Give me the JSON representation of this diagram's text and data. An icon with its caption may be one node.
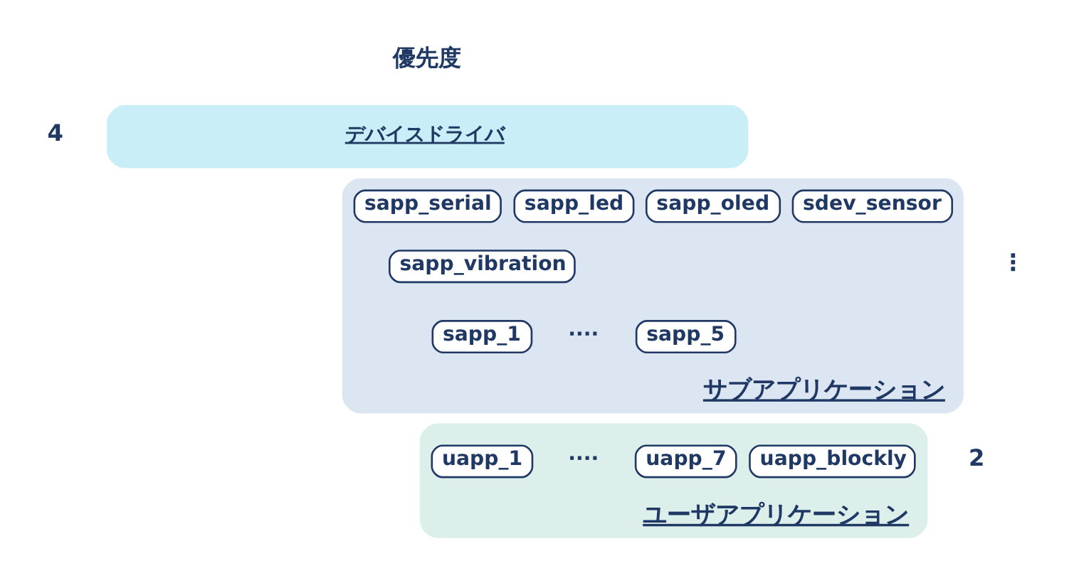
{
  "diagram": {
    "nodes": [
      {
        "text": [
          "デバイスドライバ"
        ]
      },
      {
        "text": [
          "サブアプリケーション"
        ]
      },
      {
        "text": [
          "sapp_serial"
        ],
        "in": 1
      },
      {
        "text": [
          "sapp_led"
        ],
        "in": 1
      },
      {
        "text": [
          "sapp_oled"
        ],
        "in": 1
      },
      {
        "text": [
          "sdev_sensor"
        ],
        "in": 1
      },
      {
        "text": [
          "sapp_vibration"
        ],
        "in": 1
      },
      {
        "text": [
          "sapp_1"
        ],
        "in": 1
      },
      {
        "text": [
          "sapp_5"
        ],
        "in": 1
      },
      {
        "text": [
          "ユーザアプリケーション"
        ]
      },
      {
        "text": [
          "uapp_1"
        ],
        "in": 9
      },
      {
        "text": [
          "uapp_7"
        ],
        "in": 9
      },
      {
        "text": [
          "uapp_blockly"
        ],
        "in": 9
      }
    ],
    "labels": [
      "優先度",
      "4",
      "⋮",
      "····",
      "2",
      "····"
    ]
  }
}
